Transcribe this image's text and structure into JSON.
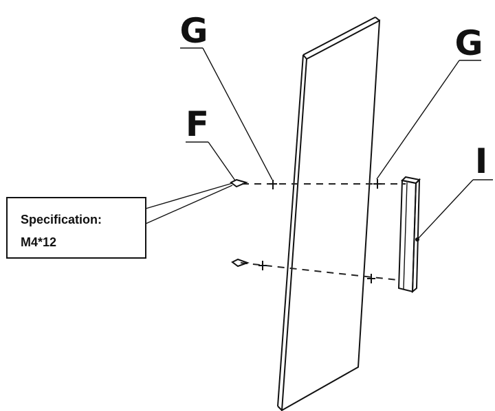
{
  "labels": {
    "g_left": "G",
    "g_right": "G",
    "f": "F",
    "i": "I"
  },
  "spec_box": {
    "title": "Specification:",
    "value": "M4*12"
  },
  "colors": {
    "ink": "#111111",
    "background": "#ffffff"
  }
}
